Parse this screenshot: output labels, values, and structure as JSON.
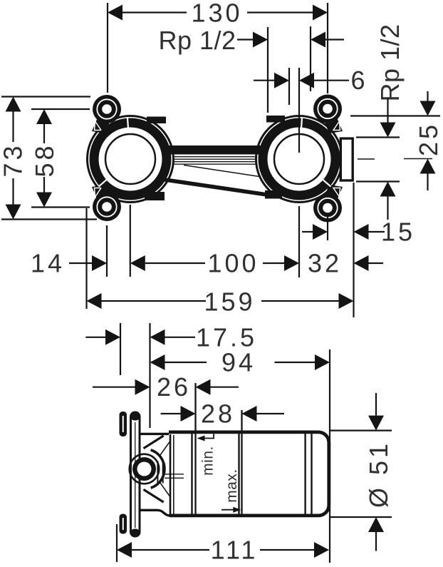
{
  "drawing": {
    "type": "technical-dimension-drawing",
    "background": "#ffffff",
    "line_color": "#141414",
    "text_color": "#303030",
    "views": {
      "front": {
        "name": "front-view-wall-mount-basin-mixer-body",
        "dimensions": {
          "screw_spacing_horizontal": "130",
          "inlet_thread": "Rp 1/2",
          "center_offset": "6",
          "outlet_thread": "Rp 1/2",
          "plate_height": "73",
          "screw_spacing_vertical": "58",
          "outlet_drop": "25",
          "screw_to_outlet_edge": "15",
          "edge_to_screw": "14",
          "flange_center_distance": "100",
          "center_to_outlet_edge": "32",
          "overall_width": "159"
        }
      },
      "side": {
        "name": "side-view-installation-depth",
        "dimensions": {
          "plate_to_front": "17.5",
          "overall_depth": "94",
          "plate_to_mark": "26",
          "adjustment_range": "28",
          "depth_min_label": "min.",
          "depth_max_label": "max.",
          "body_diameter": "Ø 51",
          "body_length": "111"
        }
      }
    }
  }
}
